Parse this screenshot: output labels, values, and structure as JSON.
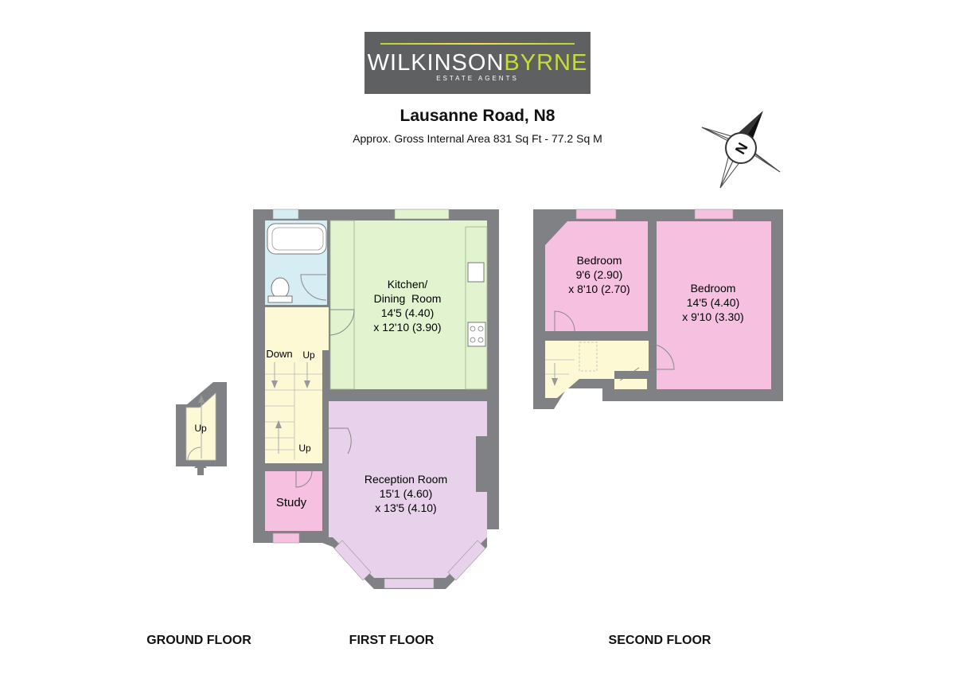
{
  "header": {
    "brand_primary": "WILKINSON",
    "brand_secondary": "BYRNE",
    "brand_tagline": "ESTATE AGENTS",
    "title": "Lausanne Road, N8",
    "subtitle": "Approx. Gross Internal Area 831 Sq Ft - 77.2 Sq M"
  },
  "compass": {
    "label": "N"
  },
  "rooms": {
    "kitchen": [
      "Kitchen/",
      "Dining  Room",
      "14'5 (4.40)",
      "x 12'10 (3.90)"
    ],
    "reception": [
      "Reception Room",
      "15'1 (4.60)",
      "x 13'5 (4.10)"
    ],
    "study": [
      "Study"
    ],
    "bedroom1": [
      "Bedroom",
      "9'6 (2.90)",
      "x 8'10 (2.70)"
    ],
    "bedroom2": [
      "Bedroom",
      "14'5 (4.40)",
      "x 9'10 (3.30)"
    ]
  },
  "stairs": {
    "down": "Down",
    "up1": "Up",
    "up2": "Up",
    "up_ground": "Up"
  },
  "floors": {
    "ground": "GROUND FLOOR",
    "first": "FIRST FLOOR",
    "second": "SECOND FLOOR"
  },
  "colors": {
    "wall": "#808184",
    "kitchen": "#e1f4cf",
    "reception": "#e8d1eb",
    "bedroom": "#f6c1e1",
    "study": "#f6c1e1",
    "bathroom": "#d6eef3",
    "hall": "#fdf9d5",
    "window": "#f3c4dc",
    "window_green": "#e1f4cf",
    "logo_bg": "#5f6062",
    "logo_accent": "#c7dc3a"
  }
}
